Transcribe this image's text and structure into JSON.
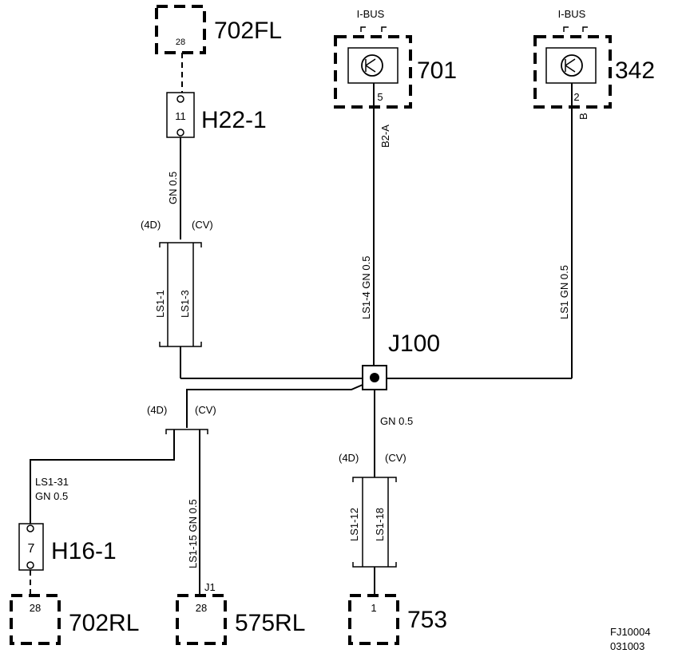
{
  "components": {
    "c702fl": {
      "id": "702FL",
      "pin": "28"
    },
    "c701": {
      "id": "701",
      "pin": "5",
      "bus": "I-BUS"
    },
    "c342": {
      "id": "342",
      "pin": "2",
      "bus": "I-BUS"
    },
    "h22": {
      "id": "H22-1",
      "pin": "11"
    },
    "h16": {
      "id": "H16-1",
      "pin": "7"
    },
    "c702rl": {
      "id": "702RL",
      "pin": "28"
    },
    "c575rl": {
      "id": "575RL",
      "pin": "28",
      "pin_label": "J1"
    },
    "c753": {
      "id": "753",
      "pin": "1"
    },
    "j100": {
      "id": "J100"
    }
  },
  "wires": {
    "w_h22": {
      "label": "GN  0.5"
    },
    "w_701_top": {
      "label": "B2-A"
    },
    "w_701": {
      "label": "LS1-4  GN   0.5"
    },
    "w_342_top": {
      "label": "B"
    },
    "w_342": {
      "label": "LS1   GN   0.5"
    },
    "w_j100_down": {
      "label": "GN  0.5"
    },
    "w_h16_a": {
      "label": "LS1-31"
    },
    "w_h16_b": {
      "label": "GN    0.5"
    },
    "w_575": {
      "label": "LS1-15 GN  0.5"
    }
  },
  "variants": {
    "top": {
      "a_tag": "(4D)",
      "b_tag": "(CV)",
      "a_wire": "LS1-1",
      "b_wire": "LS1-3"
    },
    "left": {
      "a_tag": "(4D)",
      "b_tag": "(CV)"
    },
    "bottom": {
      "a_tag": "(4D)",
      "b_tag": "(CV)",
      "a_wire": "LS1-12",
      "b_wire": "LS1-18"
    }
  },
  "footer": {
    "code": "FJ10004",
    "date": "031003"
  }
}
